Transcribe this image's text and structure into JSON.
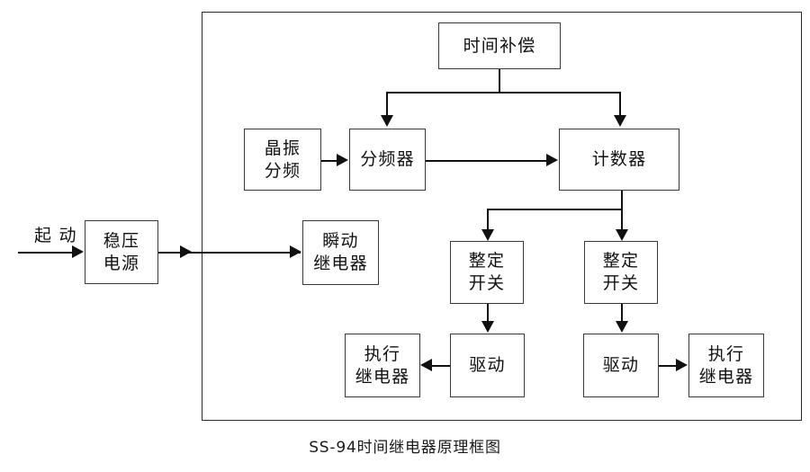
{
  "diagram": {
    "caption": "SS-94时间继电器原理框图",
    "enclosure_name": "relay-enclosure",
    "colors": {
      "line": "#111111",
      "box_border": "#3a3a3a",
      "enclosure_border": "#2c2c2c",
      "background": "#ffffff",
      "text": "#111111"
    },
    "external_labels": [
      {
        "id": "start",
        "line1": "起",
        "line2": "动"
      }
    ],
    "blocks": [
      {
        "id": "time-compensation",
        "line1": "时间补偿",
        "line2": ""
      },
      {
        "id": "crystal-divider",
        "line1": "晶振",
        "line2": "分频"
      },
      {
        "id": "frequency-divider",
        "line1": "分频器",
        "line2": ""
      },
      {
        "id": "counter",
        "line1": "计数器",
        "line2": ""
      },
      {
        "id": "power-supply",
        "line1": "稳压",
        "line2": "电源"
      },
      {
        "id": "instant-relay",
        "line1": "瞬动",
        "line2": "继电器"
      },
      {
        "id": "setting-switch-left",
        "line1": "整定",
        "line2": "开关"
      },
      {
        "id": "setting-switch-right",
        "line1": "整定",
        "line2": "开关"
      },
      {
        "id": "driver-left",
        "line1": "驱动",
        "line2": ""
      },
      {
        "id": "driver-right",
        "line1": "驱动",
        "line2": ""
      },
      {
        "id": "exec-relay-left",
        "line1": "执行",
        "line2": "继电器"
      },
      {
        "id": "exec-relay-right",
        "line1": "执行",
        "line2": "继电器"
      }
    ],
    "connections": [
      {
        "from": "start",
        "to": "power-supply",
        "type": "arrow-right"
      },
      {
        "from": "power-supply",
        "to": "instant-relay",
        "type": "arrow-right"
      },
      {
        "from": "crystal-divider",
        "to": "frequency-divider",
        "type": "arrow-right"
      },
      {
        "from": "frequency-divider",
        "to": "counter",
        "type": "arrow-right"
      },
      {
        "from": "time-compensation",
        "to": "frequency-divider",
        "type": "arrow-down"
      },
      {
        "from": "time-compensation",
        "to": "counter",
        "type": "arrow-down"
      },
      {
        "from": "counter",
        "to": "setting-switch-left",
        "type": "arrow-down"
      },
      {
        "from": "counter",
        "to": "setting-switch-right",
        "type": "arrow-down"
      },
      {
        "from": "setting-switch-left",
        "to": "driver-left",
        "type": "arrow-down"
      },
      {
        "from": "setting-switch-right",
        "to": "driver-right",
        "type": "arrow-down"
      },
      {
        "from": "driver-left",
        "to": "exec-relay-left",
        "type": "arrow-left"
      },
      {
        "from": "driver-right",
        "to": "exec-relay-right",
        "type": "arrow-right"
      }
    ]
  }
}
